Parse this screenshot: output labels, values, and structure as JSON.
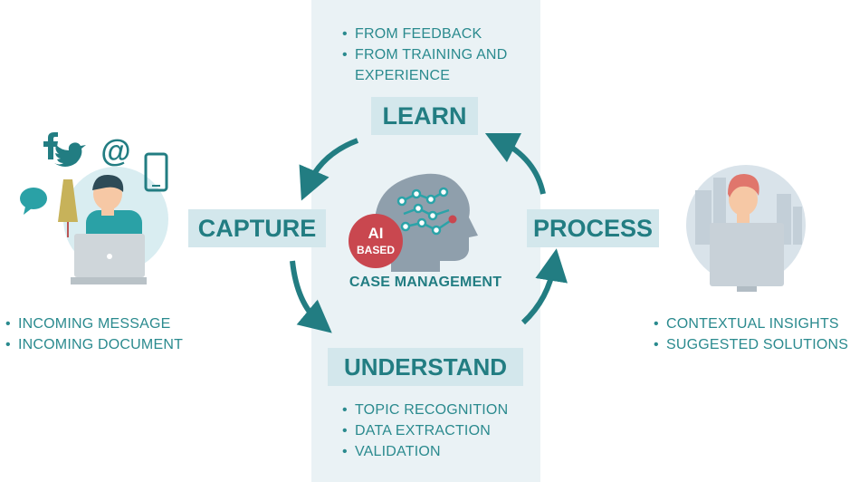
{
  "stages": {
    "learn": {
      "label": "LEARN",
      "bullets": [
        "FROM FEEDBACK",
        "FROM TRAINING AND",
        "EXPERIENCE"
      ]
    },
    "capture": {
      "label": "CAPTURE",
      "bullets": [
        "INCOMING MESSAGE",
        "INCOMING DOCUMENT"
      ]
    },
    "process": {
      "label": "PROCESS",
      "bullets": [
        "CONTEXTUAL INSIGHTS",
        "SUGGESTED SOLUTIONS"
      ]
    },
    "understand": {
      "label": "UNDERSTAND",
      "bullets": [
        "TOPIC RECOGNITION",
        "DATA EXTRACTION",
        "VALIDATION"
      ]
    }
  },
  "center": {
    "badge_line1": "AI",
    "badge_line2": "BASED",
    "caption": "CASE MANAGEMENT"
  },
  "colors": {
    "teal": "#227d82",
    "band": "#eaf2f5",
    "label_bg": "#d3e7ec",
    "badge_red": "#c9474f",
    "brain_grey": "#8f9fac"
  },
  "icons": {
    "social": [
      "facebook-icon",
      "twitter-icon",
      "at-icon",
      "smartphone-icon",
      "chat-bubble-icon"
    ],
    "center": "brain-network-icon"
  }
}
